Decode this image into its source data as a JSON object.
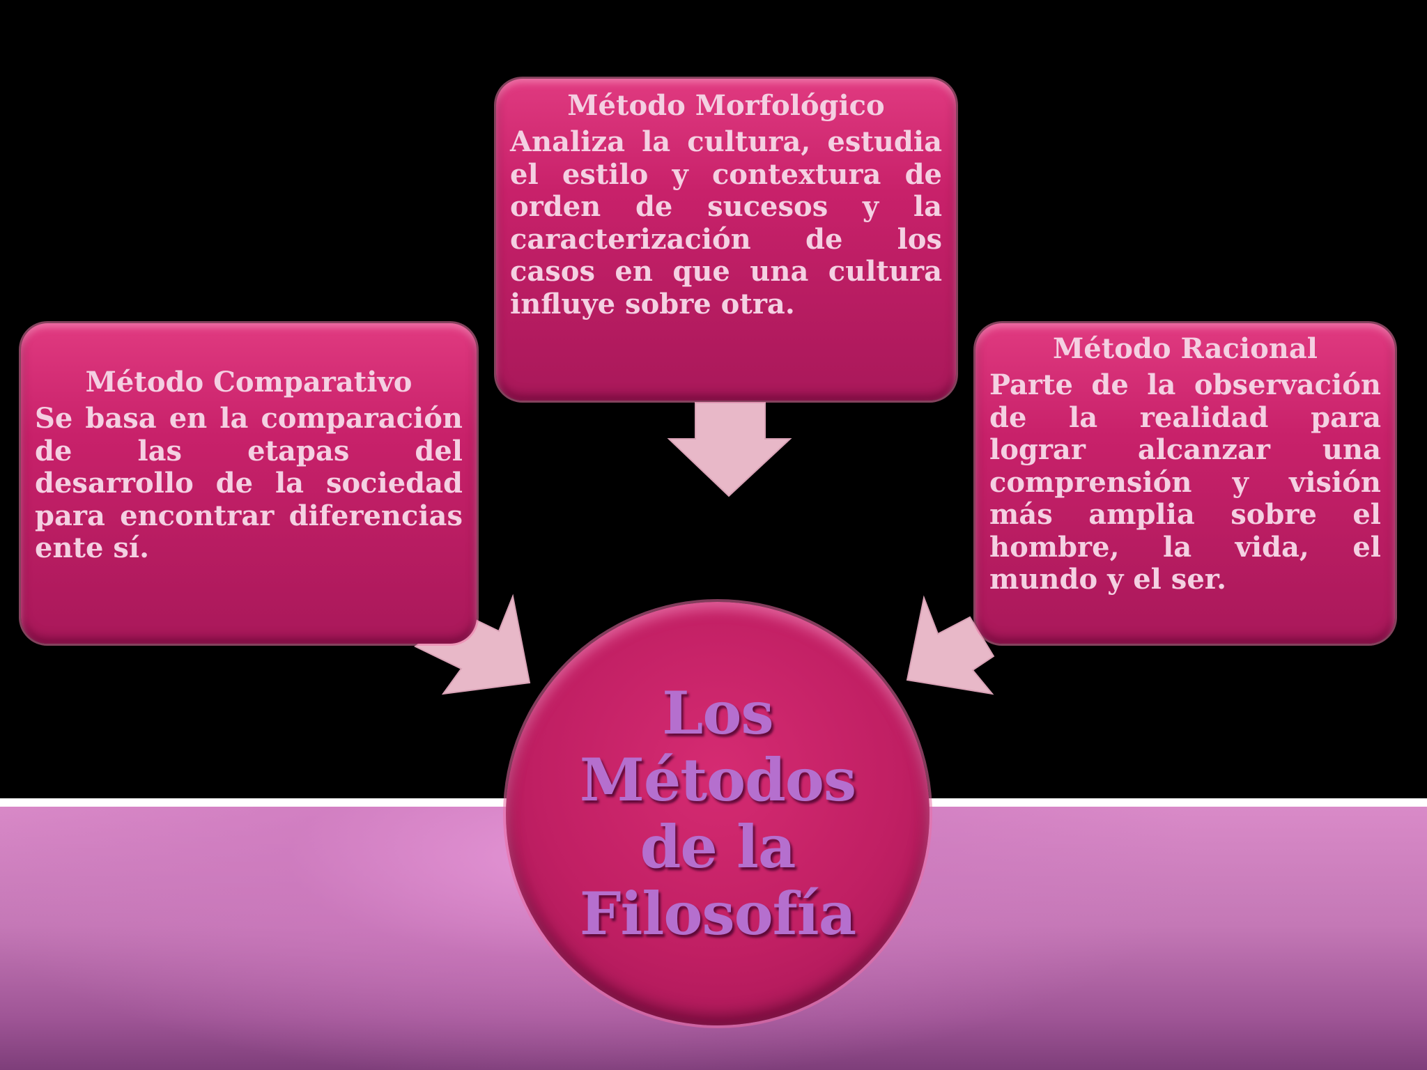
{
  "center": {
    "title": "Los Métodos de la Filosofía"
  },
  "boxes": {
    "morfologico": {
      "title": "Método Morfológico",
      "body": "Analiza la cultura, estudia el estilo y contextura de orden de sucesos y la caracterización de los casos en que una cultura influye sobre otra."
    },
    "comparativo": {
      "title": "Método Comparativo",
      "body": "Se basa en la comparación de las etapas del desarrollo de la sociedad para encontrar diferencias ente sí."
    },
    "racional": {
      "title": "Método Racional",
      "body": "Parte de la observación de la realidad para lograr alcanzar una comprensión y visión más amplia sobre el hombre, la vida, el mundo y  el ser."
    }
  },
  "colors": {
    "box_fill": "#c8216a",
    "arrow_fill": "#e8b8c8",
    "center_text": "#b56fce",
    "box_text": "#f4d0e2",
    "background": "#000000",
    "bottom_band": "#c478b6"
  }
}
